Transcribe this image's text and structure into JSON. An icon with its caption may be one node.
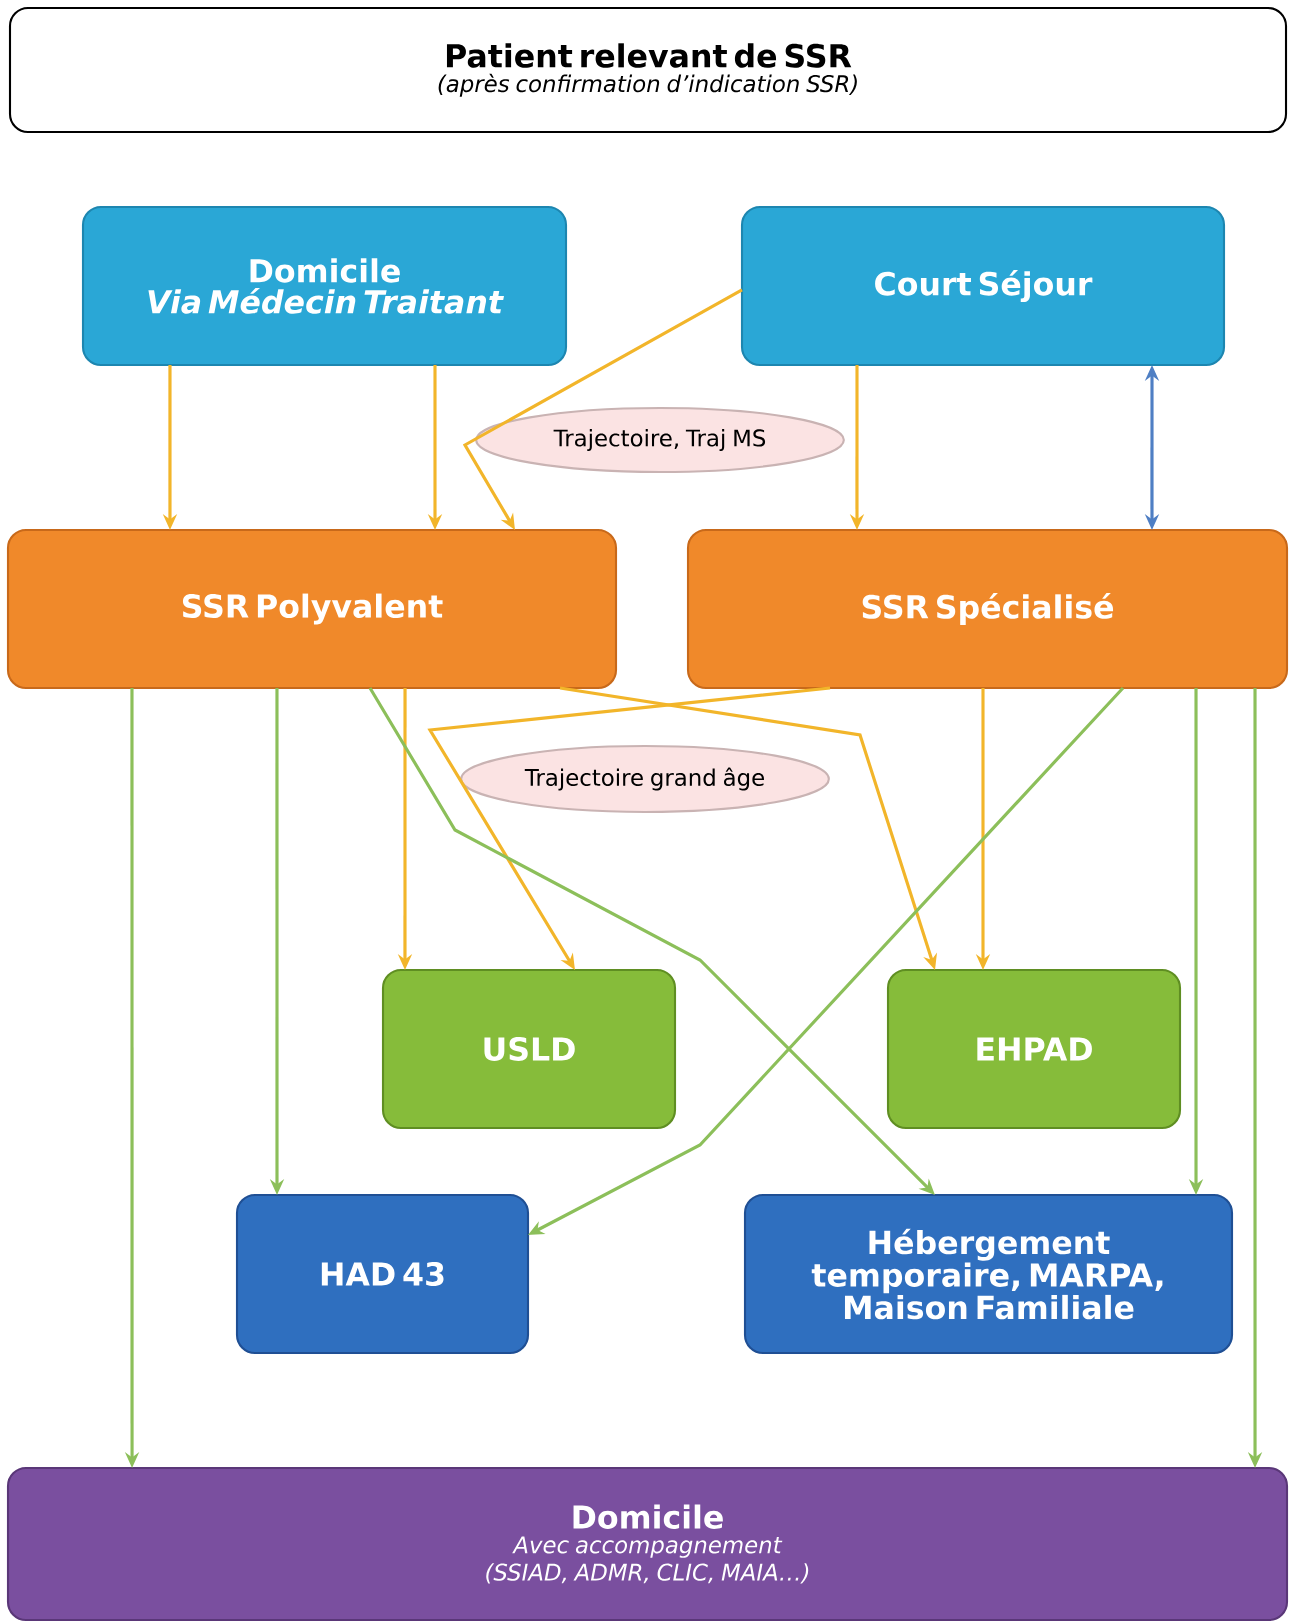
{
  "diagram": {
    "nodes": [
      {
        "text": [
          "Patient relevant de SSR",
          "(après confirmation d’indication SSR)"
        ]
      },
      {
        "text": [
          "Domicile",
          "Via Médecin Traitant"
        ]
      },
      {
        "text": [
          "Court Séjour"
        ]
      },
      {
        "text": [
          "Trajectoire, Traj MS"
        ]
      },
      {
        "text": [
          "SSR Polyvalent"
        ]
      },
      {
        "text": [
          "SSR Spécialisé"
        ]
      },
      {
        "text": [
          "Trajectoire grand âge"
        ]
      },
      {
        "text": [
          "USLD"
        ]
      },
      {
        "text": [
          "EHPAD"
        ]
      },
      {
        "text": [
          "HAD 43"
        ]
      },
      {
        "text": [
          "Hébergement temporaire, MARPA, Maison Familiale"
        ]
      },
      {
        "text": [
          "Domicile",
          "Avec accompagnement",
          "(SSIAD, ADMR, CLIC, MAIA…)"
        ]
      }
    ],
    "edges": [
      {
        "from": 1,
        "to": 4,
        "arrow": "to"
      },
      {
        "from": 1,
        "to": 4,
        "arrow": "to"
      },
      {
        "from": 2,
        "to": 4,
        "arrow": "to"
      },
      {
        "from": 2,
        "to": 5,
        "arrow": "to"
      },
      {
        "from": 2,
        "to": 5,
        "arrow": "both",
        "color": "#4f7fc4"
      },
      {
        "from": 4,
        "to": 7,
        "arrow": "to"
      },
      {
        "from": 4,
        "to": 8,
        "arrow": "to"
      },
      {
        "from": 5,
        "to": 7,
        "arrow": "to"
      },
      {
        "from": 5,
        "to": 8,
        "arrow": "to"
      },
      {
        "from": 4,
        "to": 11,
        "arrow": "to",
        "color": "#8cbf5a"
      },
      {
        "from": 4,
        "to": 9,
        "arrow": "to",
        "color": "#8cbf5a"
      },
      {
        "from": 4,
        "to": 10,
        "arrow": "to",
        "color": "#8cbf5a"
      },
      {
        "from": 5,
        "to": 9,
        "arrow": "to",
        "color": "#8cbf5a"
      },
      {
        "from": 5,
        "to": 10,
        "arrow": "to",
        "color": "#8cbf5a"
      },
      {
        "from": 5,
        "to": 11,
        "arrow": "to",
        "color": "#8cbf5a"
      }
    ]
  }
}
